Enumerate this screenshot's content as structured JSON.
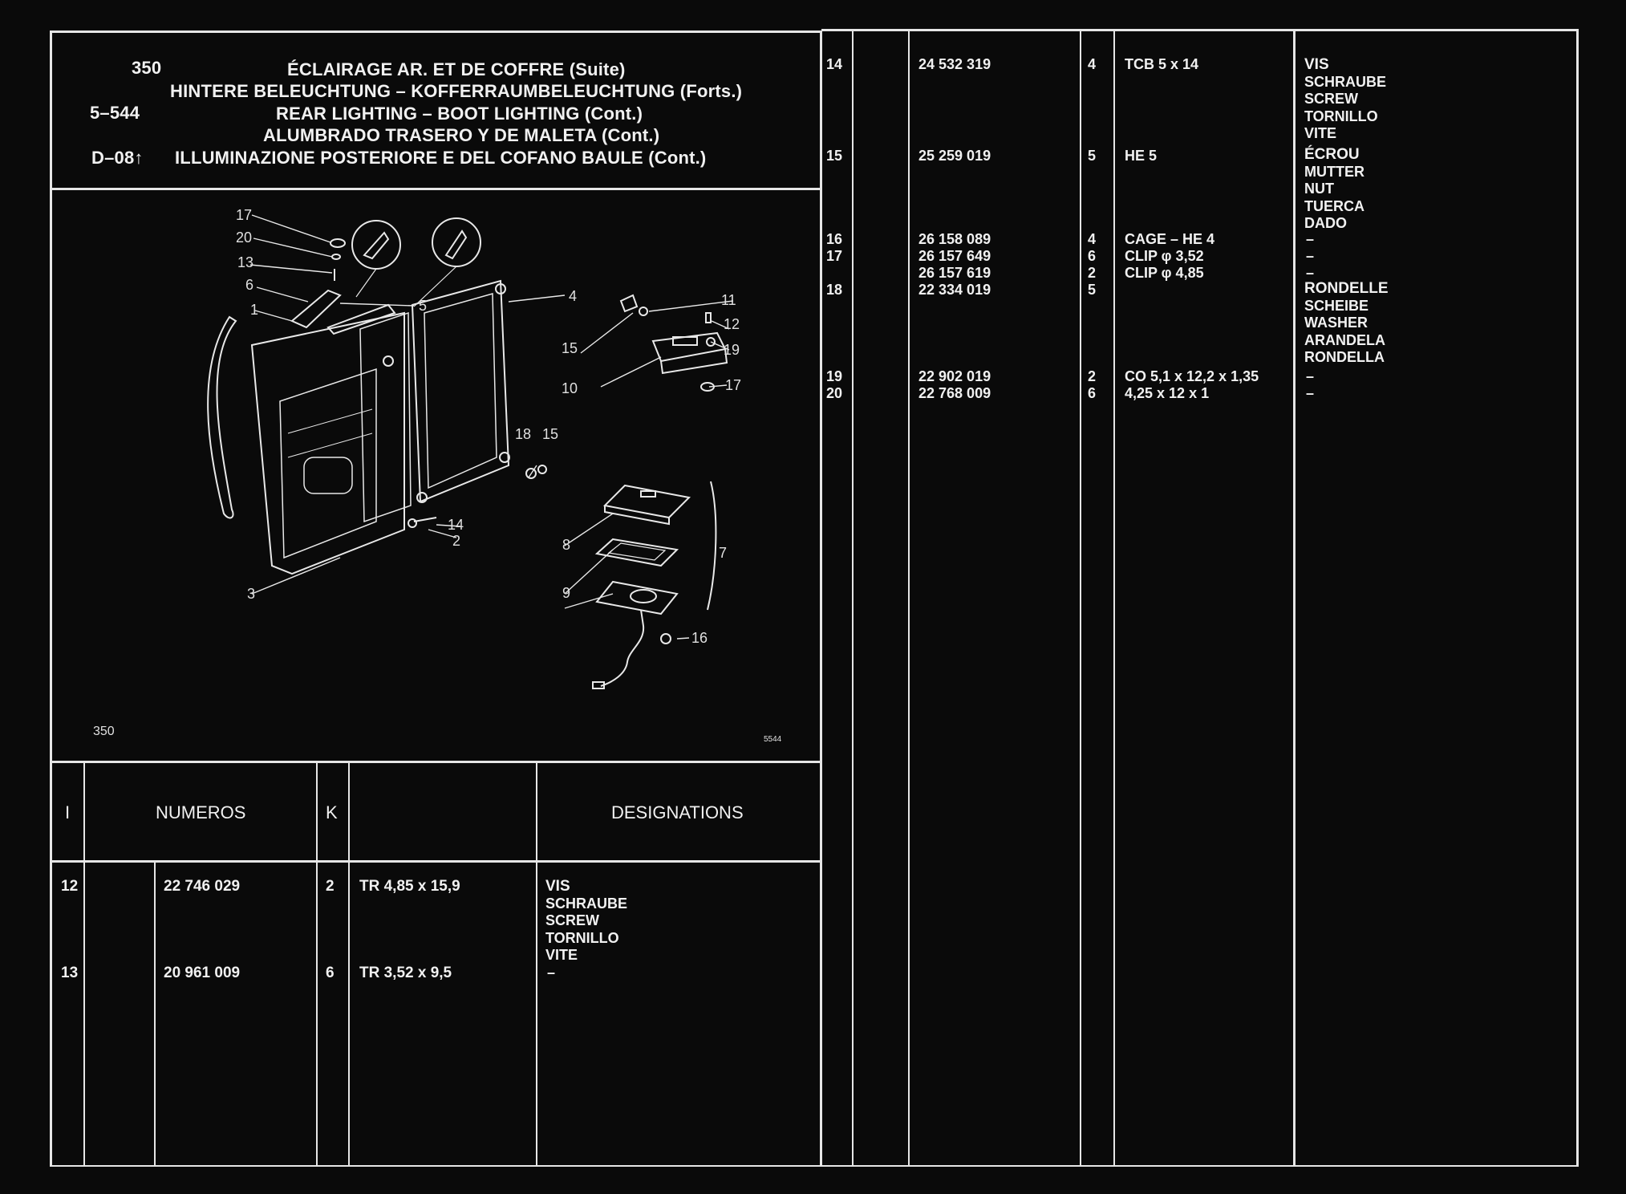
{
  "header": {
    "group_code": "350",
    "page_ref": "5–544",
    "date_ref": "D–08↑",
    "titles": [
      "ÉCLAIRAGE AR. ET DE COFFRE (Suite)",
      "HINTERE BELEUCHTUNG – KOFFERRAUMBELEUCHTUNG (Forts.)",
      "REAR LIGHTING – BOOT LIGHTING (Cont.)",
      "ALUMBRADO TRASERO Y DE MALETA (Cont.)",
      "ILLUMINAZIONE POSTERIORE E DEL COFANO BAULE (Cont.)"
    ]
  },
  "diagram": {
    "figure_code": "350",
    "figure_ref": "5544",
    "callouts": [
      "17",
      "20",
      "13",
      "6",
      "1",
      "5",
      "4",
      "11",
      "12",
      "19",
      "15",
      "10",
      "17",
      "18",
      "15",
      "14",
      "2",
      "8",
      "7",
      "9",
      "3",
      "16"
    ]
  },
  "table_header": {
    "col_i": "I",
    "col_numeros": "NUMEROS",
    "col_k": "K",
    "col_designations": "DESIGNATIONS"
  },
  "left_rows": [
    {
      "item": "12",
      "number": "22  746  029",
      "qty": "2",
      "ref": "TR 4,85 x 15,9",
      "designation": [
        "VIS",
        "SCHRAUBE",
        "SCREW",
        "TORNILLO",
        "VITE"
      ]
    },
    {
      "item": "13",
      "number": "20  961  009",
      "qty": "6",
      "ref": "TR 3,52 x 9,5",
      "designation": [
        "–"
      ]
    }
  ],
  "right_rows": [
    {
      "item": "14",
      "number": "24  532  319",
      "qty": "4",
      "ref": "TCB 5 x 14",
      "designation": [
        "VIS",
        "SCHRAUBE",
        "SCREW",
        "TORNILLO",
        "VITE"
      ]
    },
    {
      "item": "15",
      "number": "25  259  019",
      "qty": "5",
      "ref": "HE  5",
      "designation": [
        "ÉCROU",
        "MUTTER",
        "NUT",
        "TUERCA",
        "DADO"
      ]
    },
    {
      "item": "16",
      "number": "26  158  089",
      "qty": "4",
      "ref": "CAGE – HE  4",
      "designation": [
        "–"
      ]
    },
    {
      "item": "17",
      "number": "26  157  649",
      "qty": "6",
      "ref": "CLIP φ 3,52",
      "designation": [
        "–"
      ]
    },
    {
      "item": "",
      "number": "26  157  619",
      "qty": "2",
      "ref": "CLIP φ 4,85",
      "designation": [
        "–"
      ]
    },
    {
      "item": "18",
      "number": "22  334  019",
      "qty": "5",
      "ref": "",
      "designation": [
        "RONDELLE",
        "SCHEIBE",
        "WASHER",
        "ARANDELA",
        "RONDELLA"
      ]
    },
    {
      "item": "19",
      "number": "22  902  019",
      "qty": "2",
      "ref": "CO 5,1 x 12,2 x 1,35",
      "designation": [
        "–"
      ]
    },
    {
      "item": "20",
      "number": "22  768  009",
      "qty": "6",
      "ref": "4,25 x 12 x 1",
      "designation": [
        "–"
      ]
    }
  ]
}
